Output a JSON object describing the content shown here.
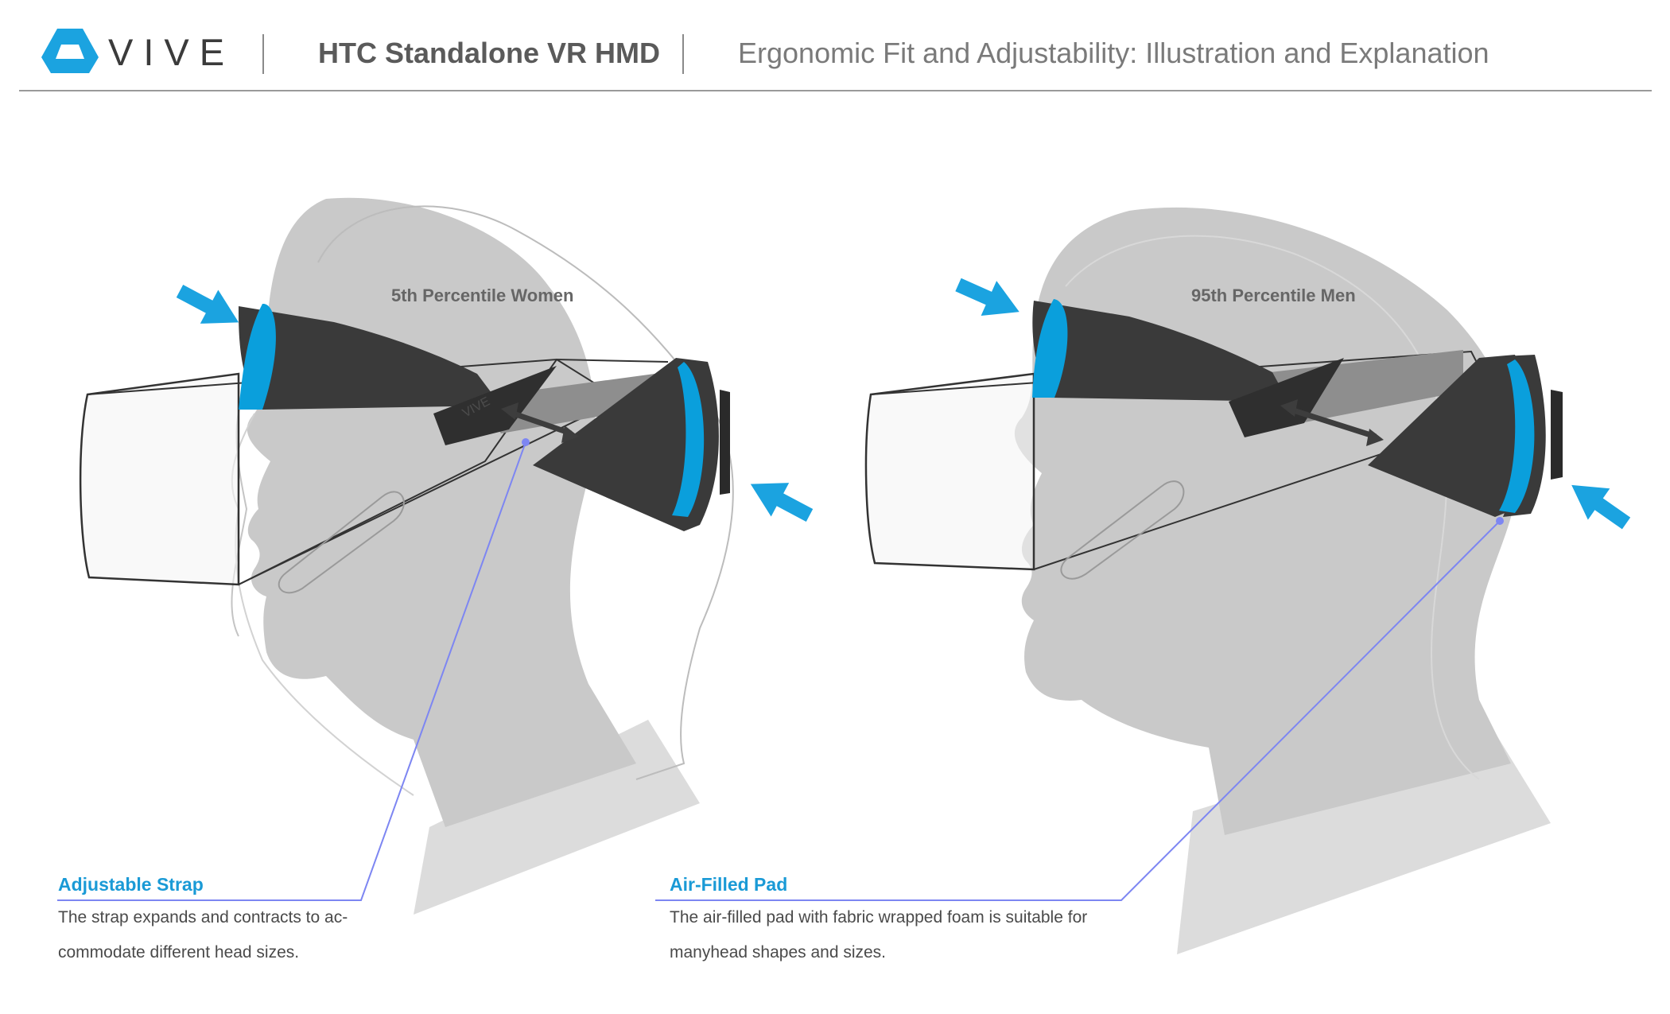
{
  "header": {
    "brand": "VIVE",
    "product": "HTC Standalone VR HMD",
    "title": "Ergonomic Fit and Adjustability: Illustration and Explanation"
  },
  "panels": [
    {
      "label": "5th Percentile Women"
    },
    {
      "label": "95th Percentile Men"
    }
  ],
  "callouts": [
    {
      "title": "Adjustable Strap",
      "lines": [
        "The strap expands and contracts to ac-",
        "commodate different head sizes."
      ]
    },
    {
      "title": "Air-Filled Pad",
      "lines": [
        "The air-filled pad with fabric wrapped foam is suitable for",
        "manyhead shapes and sizes."
      ]
    }
  ],
  "embossed_logo": "VIVE",
  "colors": {
    "accent_blue": "#1ba3e0",
    "pad_blue": "#0a9fdc",
    "head_gray": "#c9c9c9",
    "shell_dark": "#3a3a3a",
    "leader_line": "#7d86f2",
    "rule_gray": "#9a9a9a"
  }
}
